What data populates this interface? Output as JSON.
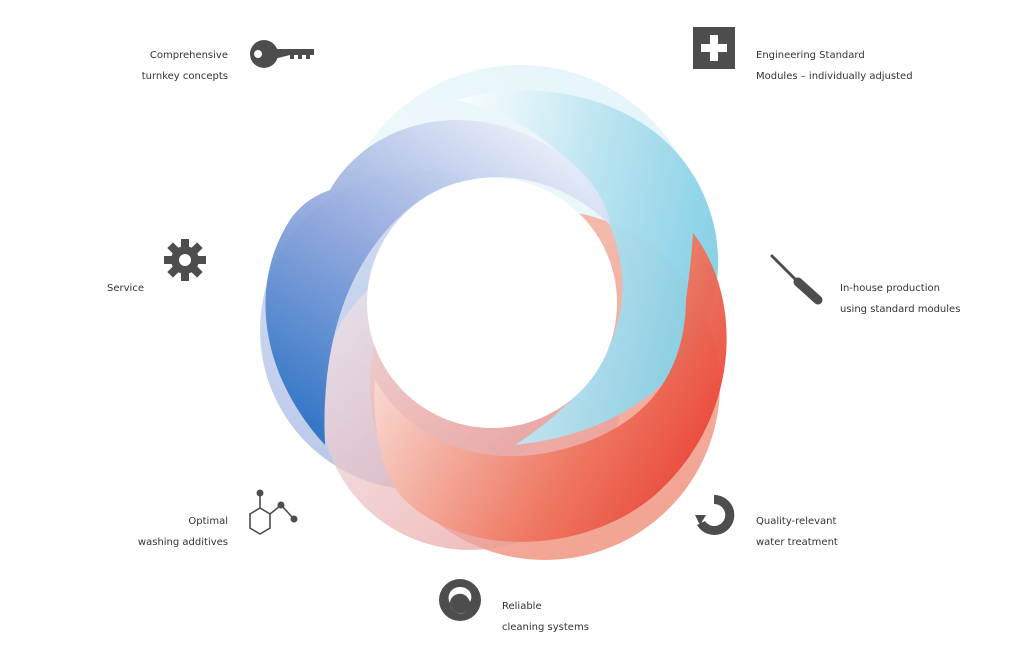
{
  "diagram": {
    "items": [
      {
        "id": "turnkey",
        "lines": [
          "Comprehensive",
          "turnkey concepts"
        ],
        "icon": "key-icon"
      },
      {
        "id": "engineering",
        "lines": [
          "Engineering Standard",
          "Modules – individually adjusted"
        ],
        "icon": "plus-square-icon"
      },
      {
        "id": "production",
        "lines": [
          "In-house production",
          "using standard modules"
        ],
        "icon": "screwdriver-icon"
      },
      {
        "id": "water",
        "lines": [
          "Quality-relevant",
          "water treatment"
        ],
        "icon": "circular-arrow-icon"
      },
      {
        "id": "cleaning",
        "lines": [
          "Reliable",
          "cleaning systems"
        ],
        "icon": "cleaning-cycle-icon"
      },
      {
        "id": "additives",
        "lines": [
          "Optimal",
          "washing additives"
        ],
        "icon": "molecule-icon"
      },
      {
        "id": "service",
        "lines": [
          "Service"
        ],
        "icon": "gear-icon"
      }
    ],
    "colors": {
      "icon": "#4d4d4d",
      "text": "#333333",
      "light_blue": "#7fcfe5",
      "blue": "#1f6cc1",
      "red": "#e83a2c",
      "salmon": "#f08a72"
    }
  }
}
